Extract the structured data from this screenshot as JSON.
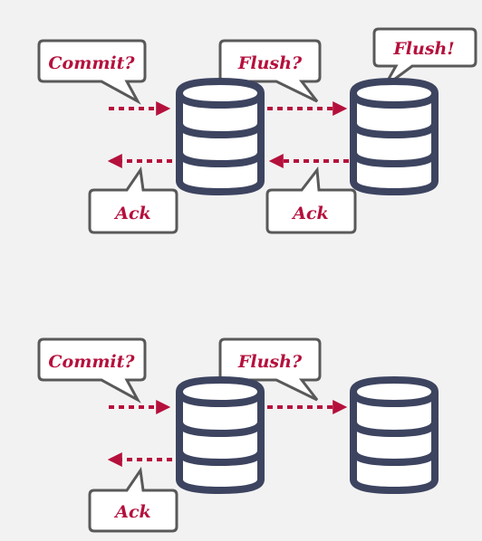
{
  "colors": {
    "accent": "#b5103c",
    "stroke": "#3d4460",
    "bubble_fill": "#ffffff",
    "bubble_stroke": "#595959",
    "background": "#f2f2f2"
  },
  "top": {
    "commit_label": "Commit?",
    "flush_label": "Flush?",
    "flush_reply_label": "Flush!",
    "ack_left_label": "Ack",
    "ack_right_label": "Ack"
  },
  "bottom": {
    "commit_label": "Commit?",
    "flush_label": "Flush?",
    "ack_label": "Ack"
  }
}
